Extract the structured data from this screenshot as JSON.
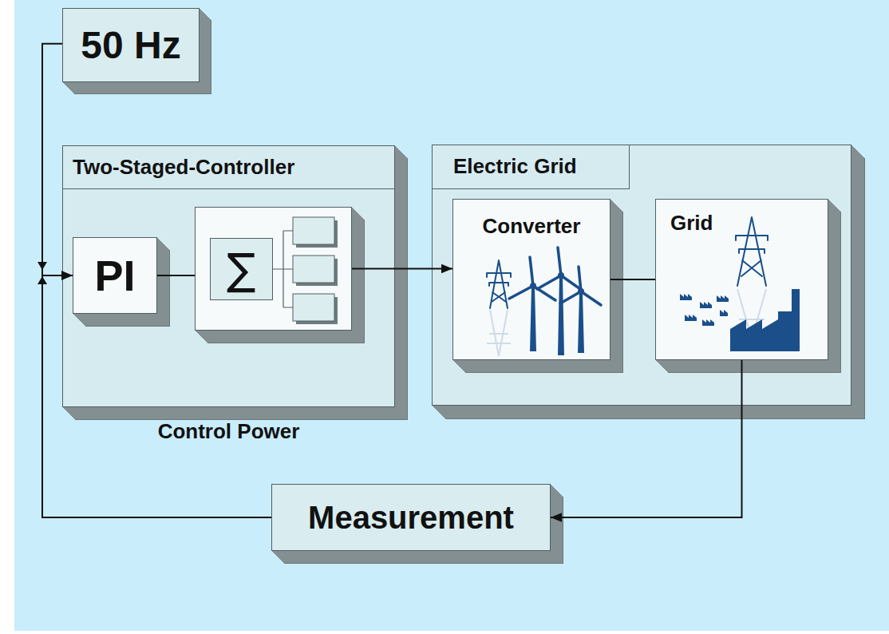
{
  "diagram": {
    "nodes": [
      {
        "text": [
          "50 Hz"
        ]
      },
      {
        "text": [
          "Two-Staged-Controller",
          "Control Power"
        ]
      },
      {
        "text": [
          "PI"
        ],
        "in": 1
      },
      {
        "text": [
          "∑"
        ],
        "in": 1
      },
      {
        "text": [
          "Electric Grid"
        ]
      },
      {
        "text": [
          "Converter"
        ],
        "in": 4
      },
      {
        "text": [
          "Grid"
        ],
        "in": 4
      },
      {
        "text": [
          "Measurement"
        ]
      }
    ],
    "edges": [
      {
        "from": 0,
        "to": 2,
        "arrow": "to"
      },
      {
        "from": 2,
        "to": 3,
        "arrow": "none"
      },
      {
        "from": 3,
        "to": 5,
        "arrow": "to"
      },
      {
        "from": 5,
        "to": 6,
        "arrow": "none"
      },
      {
        "from": 6,
        "to": 7,
        "arrow": "to"
      },
      {
        "from": 7,
        "to": 2,
        "arrow": "to"
      }
    ]
  }
}
